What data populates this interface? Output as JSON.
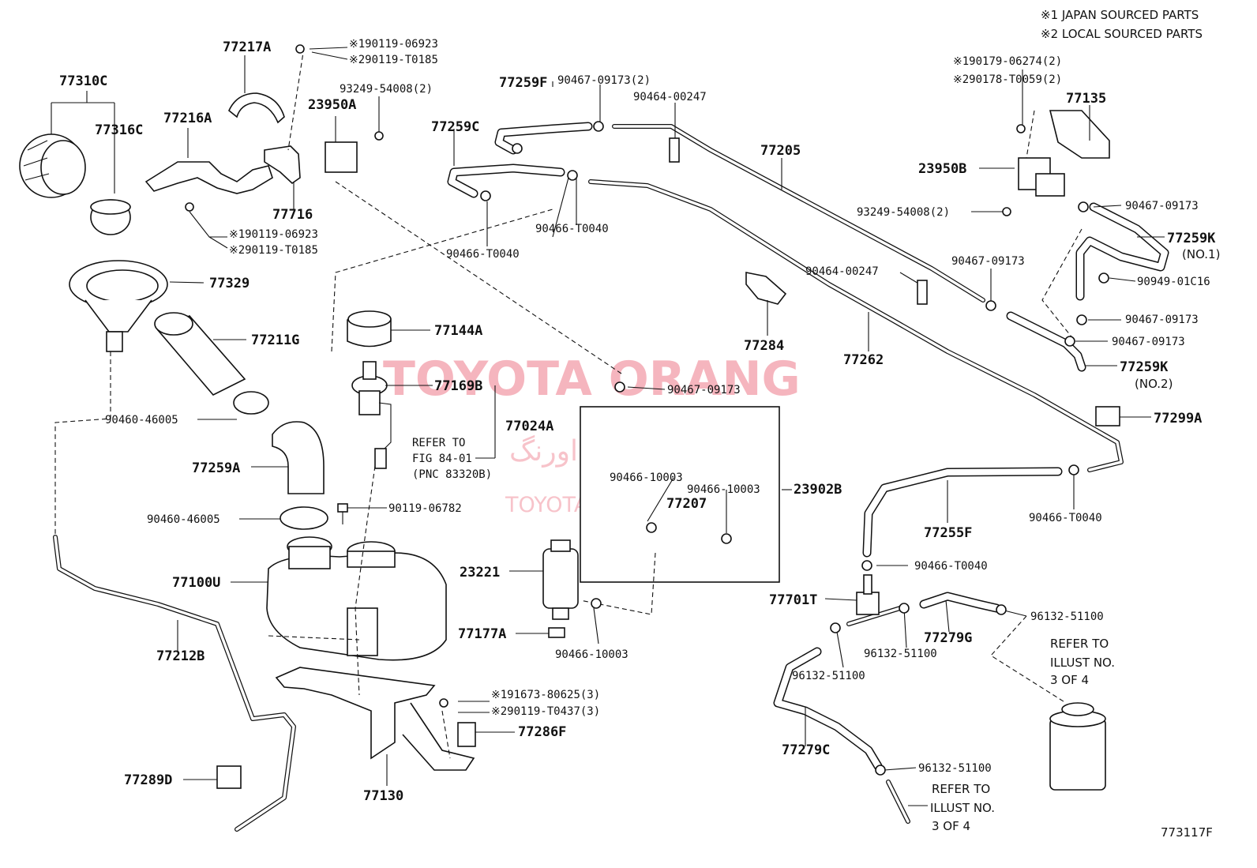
{
  "header": {
    "note1": "※1 JAPAN SOURCED PARTS",
    "note2": "※2 LOCAL SOURCED PARTS"
  },
  "watermark": {
    "brand": "TOYOTA ORANG",
    "brand_fa": "تویوتا اورنگ",
    "site": "TOYOTAPART.IR"
  },
  "figure_id": "773117F",
  "labels": {
    "p77310C": "77310C",
    "p77316C": "77316C",
    "p77217A": "77217A",
    "p77216A": "77216A",
    "p77716": "77716",
    "p23950A": "23950A",
    "b190119_06923_a": "※190119-06923",
    "b290119_T0185_a": "※290119-T0185",
    "b93249_54008_a": "93249-54008(2)",
    "b190119_06923_b": "※190119-06923",
    "b290119_T0185_b": "※290119-T0185",
    "p77329": "77329",
    "p77211G": "77211G",
    "c90460_46005_a": "90460-46005",
    "p77259A": "77259A",
    "c90460_46005_b": "90460-46005",
    "p77100U": "77100U",
    "p77212B": "77212B",
    "p77289D": "77289D",
    "p77130": "77130",
    "p77144A": "77144A",
    "p77169B": "77169B",
    "p77024A": "77024A",
    "refer_fig_1": "REFER TO",
    "refer_fig_2": "FIG 84-01",
    "refer_fig_3": "(PNC 83320B)",
    "b90119_06782": "90119-06782",
    "p23221": "23221",
    "p77177A": "77177A",
    "c90466_10003_a": "90466-10003",
    "b191673_80625": "※191673-80625(3)",
    "b290119_T0437": "※290119-T0437(3)",
    "p77286F": "77286F",
    "p77259F": "77259F",
    "c90467_09173_a": "90467-09173(2)",
    "c90464_00247_a": "90464-00247",
    "p77259C": "77259C",
    "c90466_T0040_a": "90466-T0040",
    "c90466_T0040_b": "90466-T0040",
    "p77205": "77205",
    "p77284": "77284",
    "c90464_00247_b": "90464-00247",
    "p77262": "77262",
    "c90467_09173_b": "90467-09173",
    "c90466_10003_b": "90466-10003",
    "c90466_10003_c": "90466-10003",
    "p77207": "77207",
    "p23902B": "23902B",
    "b190179_06274": "※190179-06274(2)",
    "b290178_T0059": "※290178-T0059(2)",
    "p77135": "77135",
    "p23950B": "23950B",
    "b93249_54008_b": "93249-54008(2)",
    "c90467_09173_c": "90467-09173",
    "c90467_09173_d": "90467-09173",
    "p77259K_1": "77259K",
    "p77259K_1_sub": "(NO.1)",
    "c90949_01C16": "90949-01C16",
    "c90467_09173_e": "90467-09173",
    "c90467_09173_f": "90467-09173",
    "p77259K_2": "77259K",
    "p77259K_2_sub": "(NO.2)",
    "p77299A": "77299A",
    "c90466_T0040_c": "90466-T0040",
    "p77255F": "77255F",
    "c90466_T0040_d": "90466-T0040",
    "p77701T": "77701T",
    "c96132_51100_a": "96132-51100",
    "c96132_51100_b": "96132-51100",
    "p77279G": "77279G",
    "c96132_51100_c": "96132-51100",
    "refer_illust_a1": "REFER TO",
    "refer_illust_a2": "ILLUST NO.",
    "refer_illust_a3": "3 OF 4",
    "p77279C": "77279C",
    "c96132_51100_d": "96132-51100",
    "refer_illust_b1": "REFER TO",
    "refer_illust_b2": "ILLUST NO.",
    "refer_illust_b3": "3 OF 4"
  }
}
